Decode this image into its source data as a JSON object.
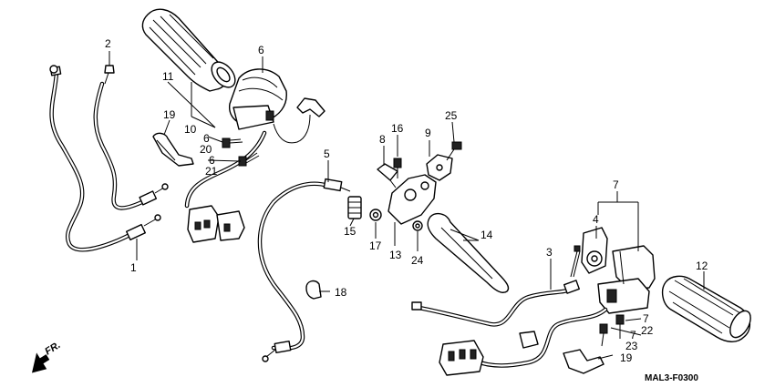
{
  "diagram": {
    "code": "MAL3-F0300",
    "direction_label": "FR.",
    "callouts": [
      {
        "id": "c1",
        "text": "1"
      },
      {
        "id": "c2",
        "text": "2"
      },
      {
        "id": "c3",
        "text": "3"
      },
      {
        "id": "c4",
        "text": "4"
      },
      {
        "id": "c5",
        "text": "5"
      },
      {
        "id": "c6a",
        "text": "6"
      },
      {
        "id": "c6b",
        "text": "6"
      },
      {
        "id": "c6c",
        "text": "6"
      },
      {
        "id": "c7a",
        "text": "7"
      },
      {
        "id": "c7b",
        "text": "7"
      },
      {
        "id": "c7c",
        "text": "7"
      },
      {
        "id": "c8",
        "text": "8"
      },
      {
        "id": "c9",
        "text": "9"
      },
      {
        "id": "c10",
        "text": "10"
      },
      {
        "id": "c11",
        "text": "11"
      },
      {
        "id": "c12",
        "text": "12"
      },
      {
        "id": "c13",
        "text": "13"
      },
      {
        "id": "c14",
        "text": "14"
      },
      {
        "id": "c15",
        "text": "15"
      },
      {
        "id": "c16",
        "text": "16"
      },
      {
        "id": "c17",
        "text": "17"
      },
      {
        "id": "c18",
        "text": "18"
      },
      {
        "id": "c19a",
        "text": "19"
      },
      {
        "id": "c19b",
        "text": "19"
      },
      {
        "id": "c20",
        "text": "20"
      },
      {
        "id": "c21",
        "text": "21"
      },
      {
        "id": "c22",
        "text": "22"
      },
      {
        "id": "c23",
        "text": "23"
      },
      {
        "id": "c24",
        "text": "24"
      },
      {
        "id": "c25",
        "text": "25"
      }
    ]
  }
}
